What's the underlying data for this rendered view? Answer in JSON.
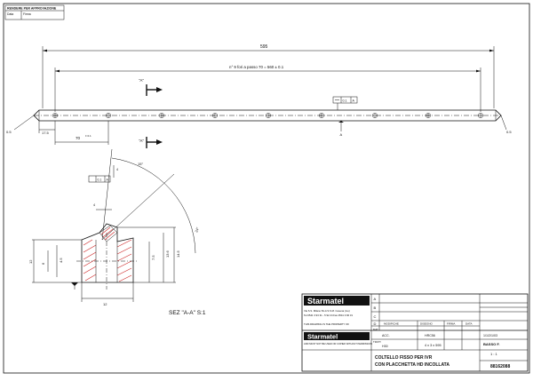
{
  "approval": {
    "title": "RENDERE PER APPROVAZIONE",
    "date_label": "Data",
    "sign_label": "Firma"
  },
  "dimensions": {
    "overall_length": "595",
    "holes_note": "n° 9 fori a passo 70 = 560 ± 0.1",
    "end_left": "17.5",
    "pitch": "70",
    "pitch_tol": "± 0.1",
    "edge_left": "0.5",
    "edge_right": "0.5",
    "flatness_tol": "0.1",
    "datum": "A",
    "angle_main": "15°",
    "angle_sub": "24°",
    "section_dims": [
      "12",
      "14.5",
      "13.6",
      "7.5",
      "4.5",
      "6",
      "12",
      "4"
    ]
  },
  "view_markers": {
    "section_letter": "\"A\"",
    "section_caption": "SEZ \"A-A\" S:1"
  },
  "title_block": {
    "brand": "Starmatel",
    "brand_sub": "THIS DRAWING IS THE PROPERTY OF",
    "company_addr": "Via S.S. Milano 81-A   S.S.M. Cesena (mo)",
    "company_addr2": "Tel 0541 3 93 31 - 5 92 24   Fax 0541 3 90 31",
    "rights_note": "AND MUST NOT BE USED OR COPIED WITHOUT PERMISSION",
    "col_headers": [
      "MODIFICHE",
      "DISEGNO",
      "FIRMA",
      "DATA"
    ],
    "material_label": "MAT.",
    "material_value": "ACC.",
    "hardness": "HRC56",
    "size": "4 x 3 x 595",
    "treatment_label": "TRATT.",
    "treatment": "H30",
    "code_small": "1/1/2/1/03",
    "part_title_1": "COLTELLO FISSO PER IVR",
    "part_title_2": "CON PLACCHETTA HD INCOLLATA",
    "scale_label": "BASSO F.",
    "scale": "1 : 1",
    "drawing_number": "88162088"
  }
}
